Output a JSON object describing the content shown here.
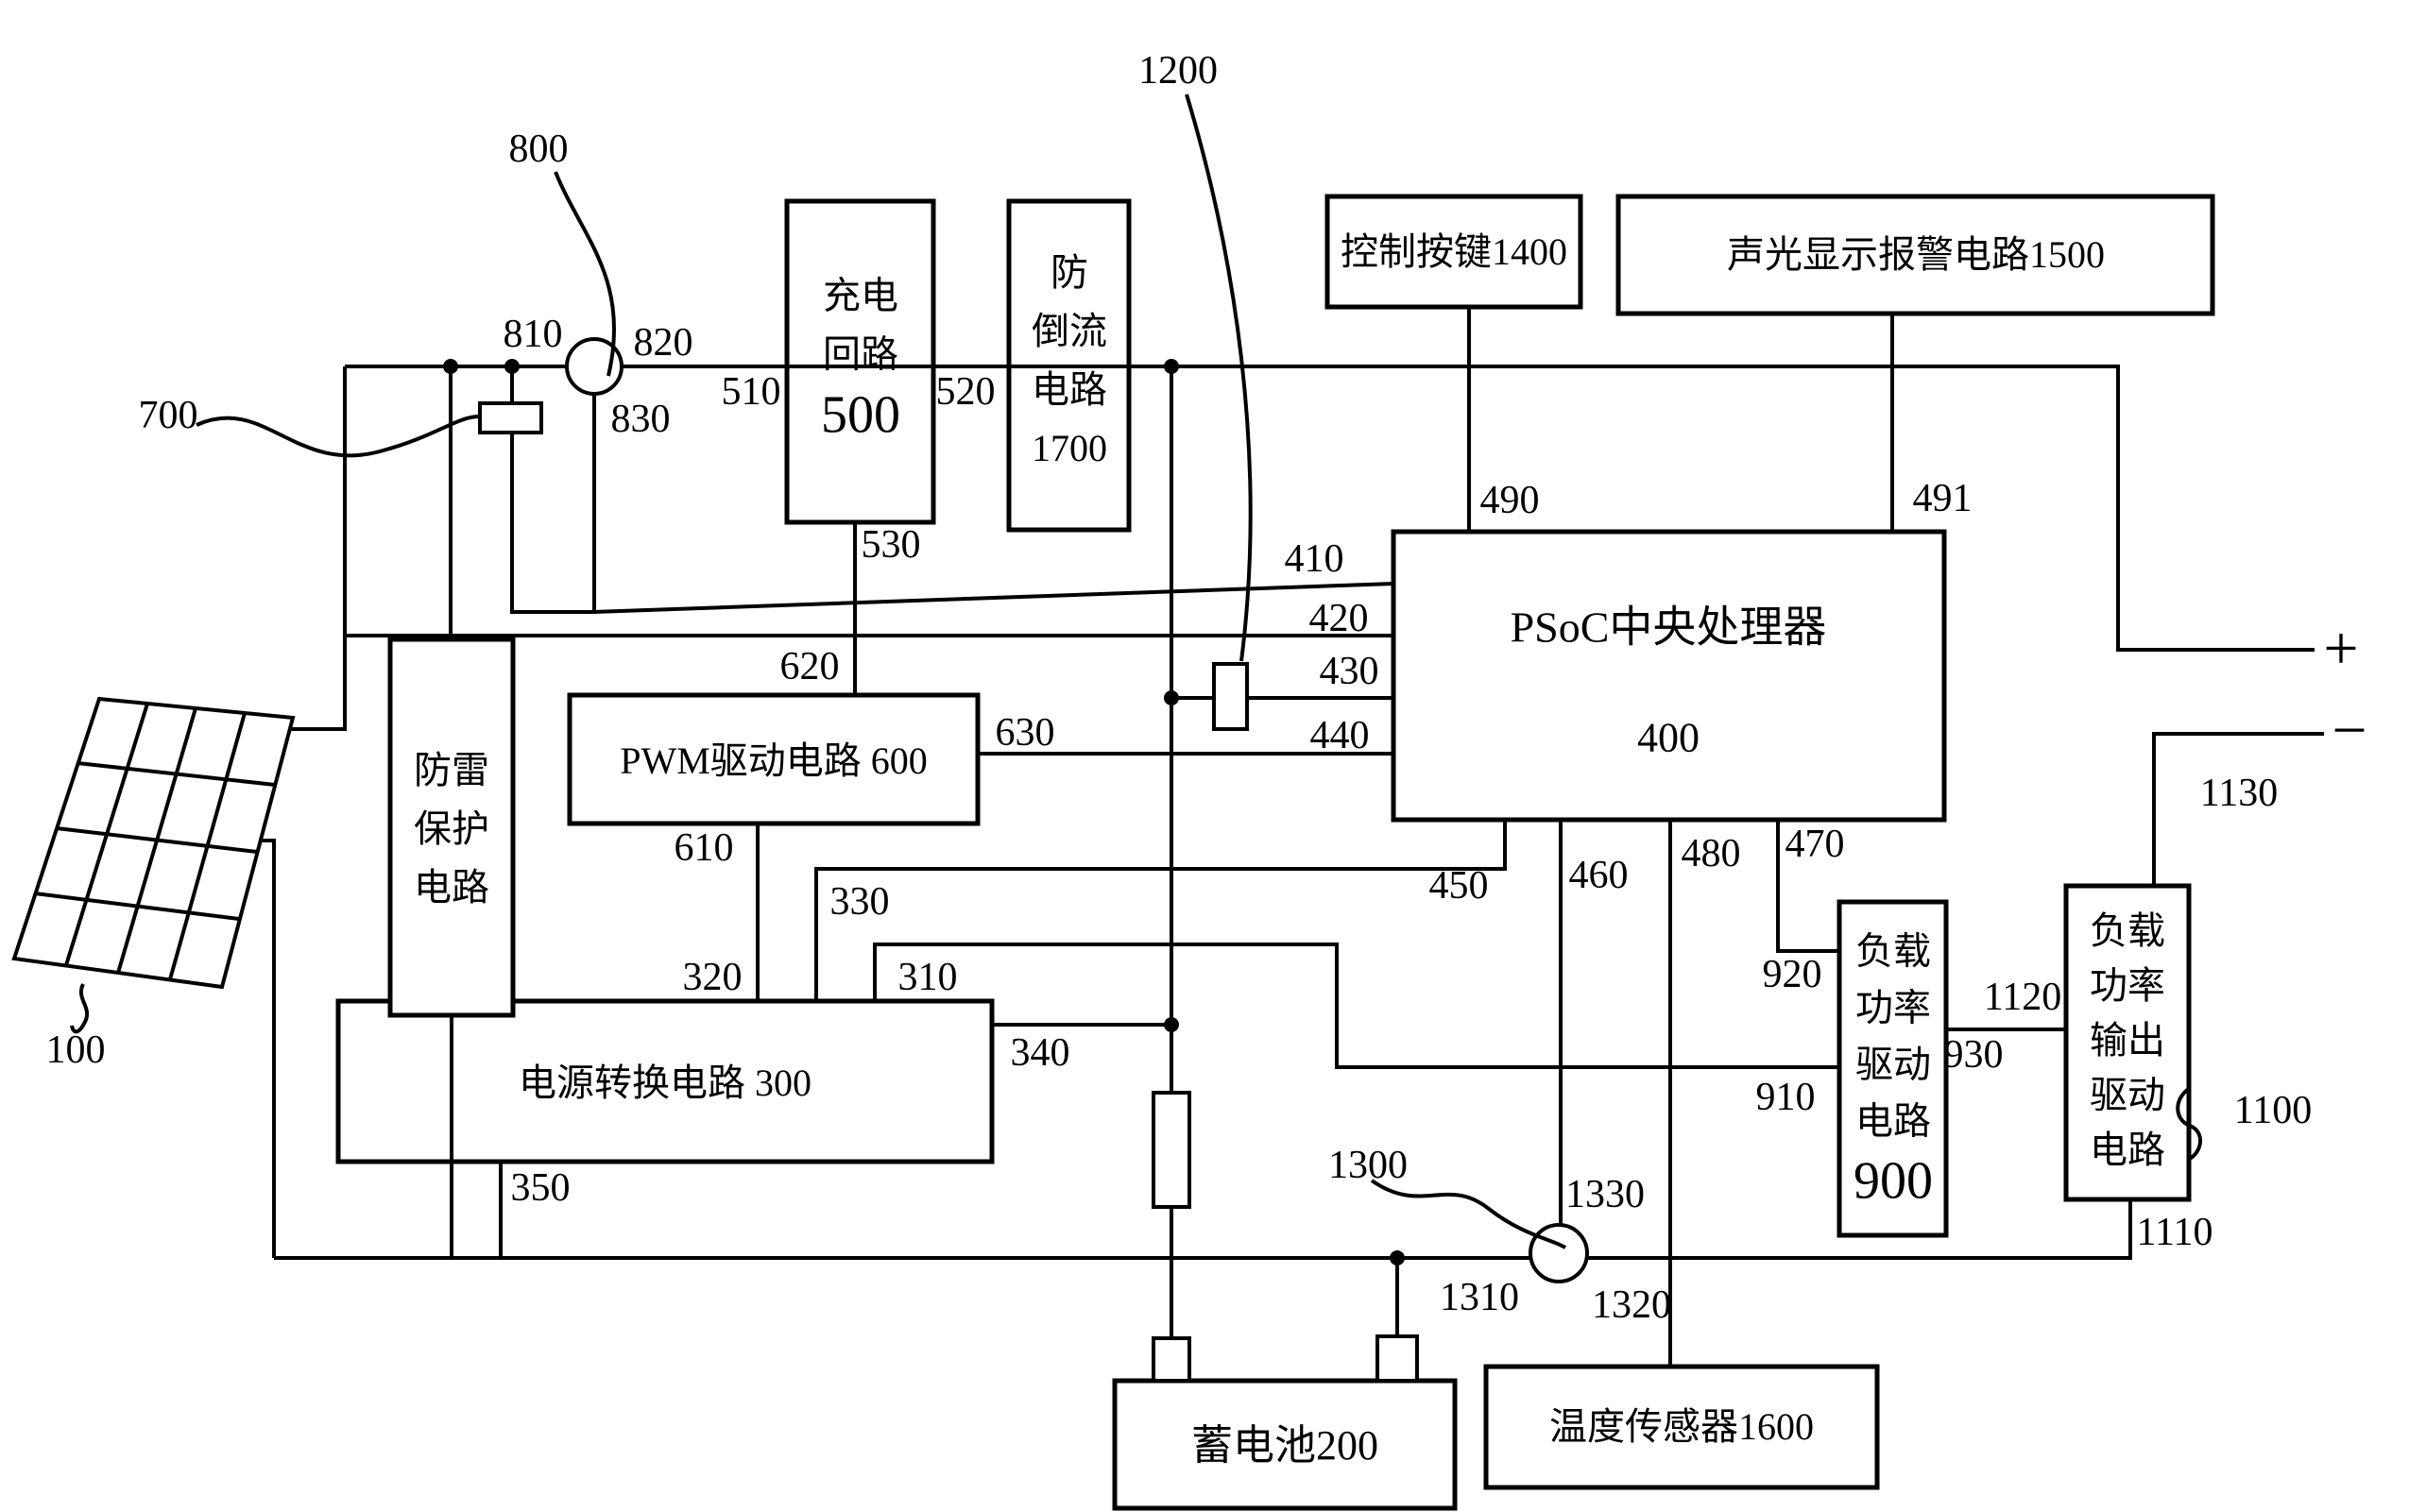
{
  "blocks": {
    "charging": {
      "lines": [
        "充电",
        "回路"
      ],
      "ref": "500"
    },
    "anti_backflow": {
      "lines": [
        "防",
        "倒流",
        "电路"
      ],
      "ref": "1700"
    },
    "control_buttons": {
      "label": "控制按键1400"
    },
    "alarm_display": {
      "label": "声光显示报警电路1500"
    },
    "psoc": {
      "title": "PSoC中央处理器",
      "ref": "400"
    },
    "pwm": {
      "label": "PWM驱动电路  600"
    },
    "power_conversion": {
      "label": "电源转换电路  300"
    },
    "lightning": {
      "lines": [
        "防雷",
        "保护",
        "电路"
      ]
    },
    "load_driver": {
      "lines": [
        "负载",
        "功率",
        "驱动",
        "电路"
      ],
      "ref": "900"
    },
    "load_output": {
      "lines": [
        "负载",
        "功率",
        "输出",
        "驱动",
        "电路"
      ]
    },
    "temp_sensor": {
      "label": "温度传感器1600"
    },
    "battery": {
      "label": "蓄电池200"
    }
  },
  "labels": {
    "l100": "100",
    "l700": "700",
    "l800": "800",
    "l810": "810",
    "l820": "820",
    "l830": "830",
    "l510": "510",
    "l520": "520",
    "l530": "530",
    "l610": "610",
    "l620": "620",
    "l630": "630",
    "l310": "310",
    "l320": "320",
    "l330": "330",
    "l340": "340",
    "l350": "350",
    "l410": "410",
    "l420": "420",
    "l430": "430",
    "l440": "440",
    "l450": "450",
    "l460": "460",
    "l470": "470",
    "l480": "480",
    "l490": "490",
    "l491": "491",
    "l910": "910",
    "l920": "920",
    "l930": "930",
    "l1110": "1110",
    "l1120": "1120",
    "l1130": "1130",
    "l1200": "1200",
    "l1300": "1300",
    "l1310": "1310",
    "l1320": "1320",
    "l1330": "1330",
    "l1100": "1100",
    "plus": "+",
    "minus": "−"
  }
}
